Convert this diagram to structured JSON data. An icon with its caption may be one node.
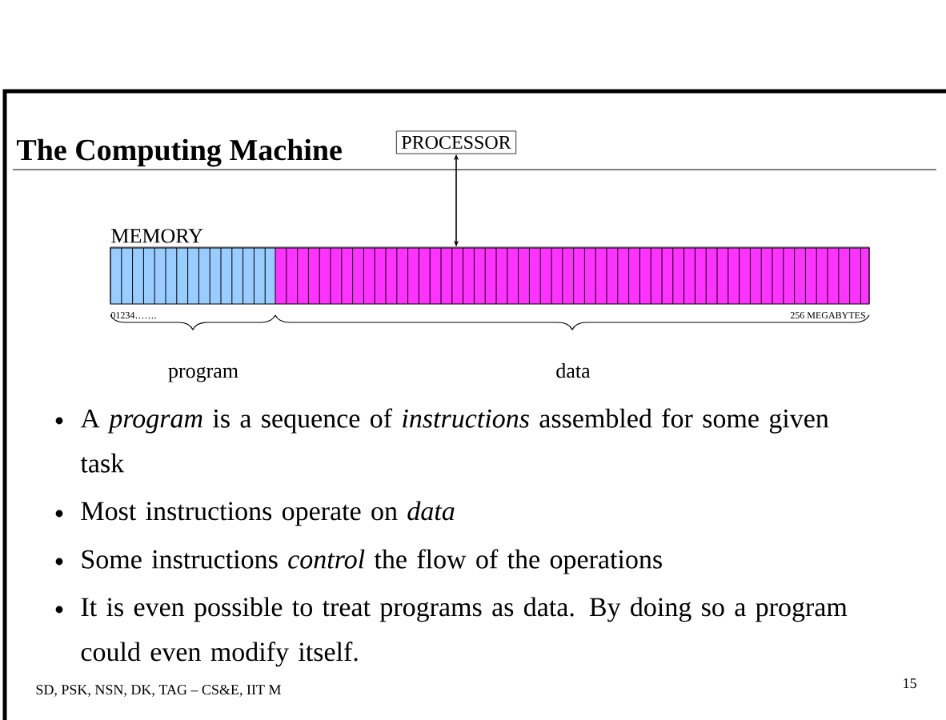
{
  "diagram": {
    "title": "The Computing Machine",
    "nodes": [
      {
        "text": [
          "PROCESSOR"
        ]
      },
      {
        "text": [
          "MEMORY"
        ]
      }
    ],
    "edges": [
      {
        "from": 0,
        "to": 1,
        "arrow": "both"
      }
    ],
    "labels": [
      "01234…….",
      "256 MEGABYTES",
      "program",
      "data",
      "A *program* is a sequence of *instructions* assembled for some given task",
      "Most instructions operate on *data*",
      "Some instructions *control* the flow of the operations",
      "It is even possible to treat programs as data. By doing so a program could even modify itself.",
      "SD, PSK, NSN, DK, TAG – CS&E, IIT M",
      "15"
    ]
  }
}
